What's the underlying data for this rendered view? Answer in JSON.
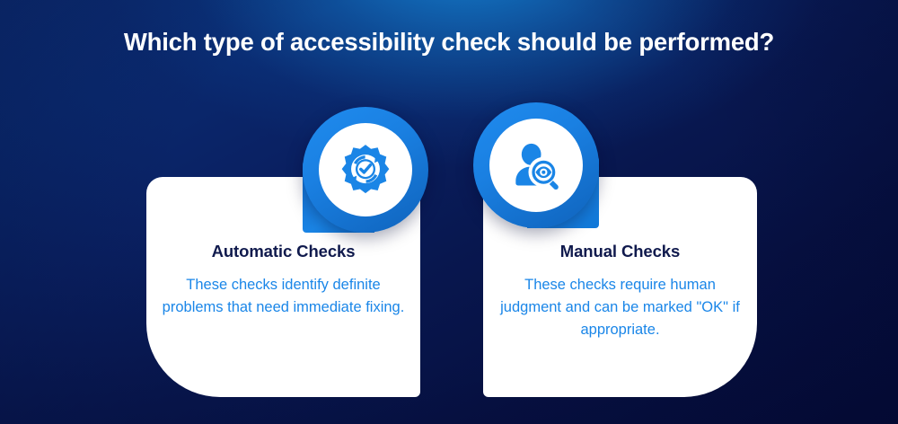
{
  "page": {
    "title": "Which type of accessibility check should be performed?",
    "background_dark": "#071a5a",
    "background_glow": "#1482d2",
    "accent_blue": "#1a85e6",
    "heading_navy": "#101a4d",
    "body_blue": "#1a86e8",
    "card_background": "#ffffff"
  },
  "cards": [
    {
      "icon": "gear-check-icon",
      "heading": "Automatic Checks",
      "body": "These checks identify definite problems that need immediate fixing."
    },
    {
      "icon": "person-eye-search-icon",
      "heading": "Manual Checks",
      "body": "These checks require human judgment and can be marked \"OK\" if appropriate."
    }
  ]
}
